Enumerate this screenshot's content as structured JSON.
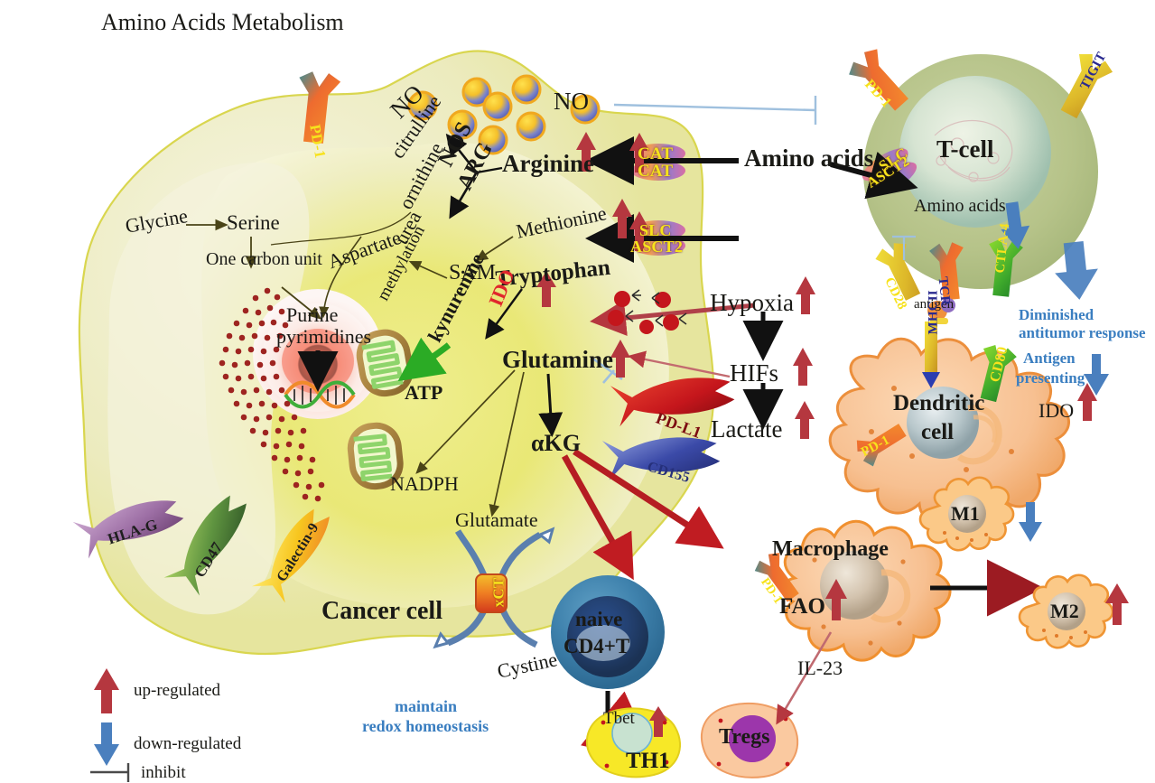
{
  "title": "Amino Acids Metabolism",
  "cancer_cell": {
    "label": "Cancer cell",
    "nucleus": {
      "line1": "Purine",
      "line2": "pyrimidines"
    },
    "metabolites": {
      "no_left": "NO",
      "no_right": "NO",
      "citrulline": "citrulline",
      "ornithine": "ornithine",
      "urea": "urea",
      "nos": "NOS",
      "arg": "ARG",
      "arginine": "Arginine",
      "methionine": "Methionine",
      "tryptophan": "Tryptophan",
      "sam": "SAM",
      "ido": "IDO",
      "kynurenine": "kynurenine",
      "methylation": "methylation",
      "glycine": "Glycine",
      "serine": "Serine",
      "one_carbon": "One carbon unit",
      "aspartate": "Aspartate",
      "atp": "ATP",
      "nadph": "NADPH",
      "glutamine": "Glutamine",
      "akg": "αKG",
      "glutamate": "Glutamate",
      "cystine": "Cystine",
      "redox_line1": "maintain",
      "redox_line2": "redox homeostasis"
    },
    "transporters": {
      "cat_top": "CAT",
      "cat_bottom": "CAT",
      "slc": "SLC",
      "asct2": "ASCT2",
      "xct": "xCT"
    },
    "receptors": {
      "pd1": "PD-1",
      "hlag": "HLA-G",
      "cd47": "CD47",
      "galectin9": "Galectin-9",
      "pdl1": "PD-L1",
      "cd155": "CD155"
    }
  },
  "hypoxia_axis": {
    "hypoxia": "Hypoxia",
    "hifs": "HIFs",
    "lactate": "Lactate"
  },
  "tcell": {
    "label": "T-cell",
    "amino_acids_outside": "Amino acids",
    "amino_acids_inside": "Amino acids",
    "antigen": "antigen",
    "receptors": {
      "pd1": "PD-1",
      "tigit": "TIGIT",
      "slc": "SLC",
      "asct2": "ASCT2",
      "cd28": "CD28",
      "tcr": "TCR",
      "ctla4": "CTLA-4"
    },
    "outcome_line1": "Diminished",
    "outcome_line2": "antitumor response"
  },
  "dendritic": {
    "label_line1": "Dendritic",
    "label_line2": "cell",
    "ido": "IDO",
    "receptors": {
      "mhcii": "MHCII",
      "cd80": "CD80",
      "pd1": "PD-1"
    },
    "outcome_line1": "Antigen",
    "outcome_line2": "presenting"
  },
  "macrophage": {
    "label": "Macrophage",
    "fao": "FAO",
    "pd1": "PD-1",
    "il23": "IL-23",
    "m1": "M1",
    "m2": "M2"
  },
  "tcells_bottom": {
    "naive_line1": "naive",
    "naive_line2": "CD4+T",
    "th1": "TH1",
    "tbet": "Tbet",
    "tregs": "Tregs"
  },
  "legend": {
    "up": "up-regulated",
    "down": "down-regulated",
    "inhibit": "inhibit"
  },
  "colors": {
    "up_arrow": "#b5373f",
    "down_arrow": "#4a7fbe",
    "inhibit": "#8fb8d8",
    "cancer_cell_fill": "#e9e87a",
    "tcell_fill": "#a8b77a",
    "blue_text": "#3a7ec0"
  }
}
